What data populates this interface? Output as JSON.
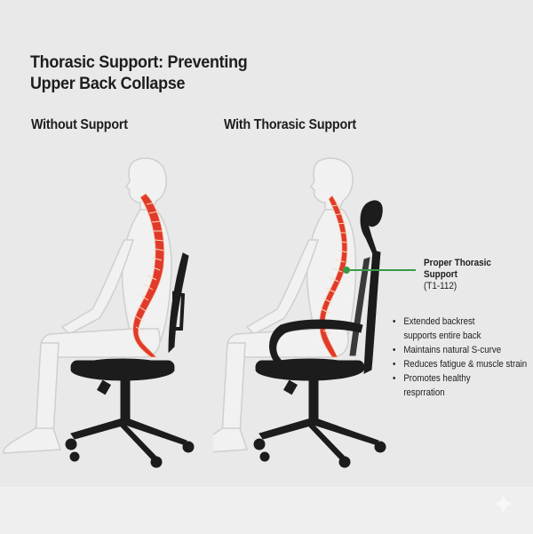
{
  "title": "Thorasic Support: Preventing Upper Back Collapse",
  "panels": [
    {
      "heading": "Without Support",
      "illustration": "seated-person-slouched-spine-low-backrest-chair"
    },
    {
      "heading": "With Thorasic Support",
      "illustration": "seated-person-upright-spine-high-backrest-headrest-chair"
    }
  ],
  "callout": {
    "label": "Proper Thorasic Support",
    "range": "(T1-112)",
    "line_color": "#3a9a45"
  },
  "benefits": [
    "Extended backrest supports entire back",
    "Maintains natural S-curve",
    "Reduces fatigue & muscle strain",
    "Promotes healthy resprration"
  ],
  "colors": {
    "background": "#e9e9e9",
    "spine": "#e23a2a",
    "chair": "#1c1c1c",
    "body_outline": "#c8c8c8",
    "callout": "#3a9a45"
  },
  "watermark_icon": "sparkle-icon"
}
